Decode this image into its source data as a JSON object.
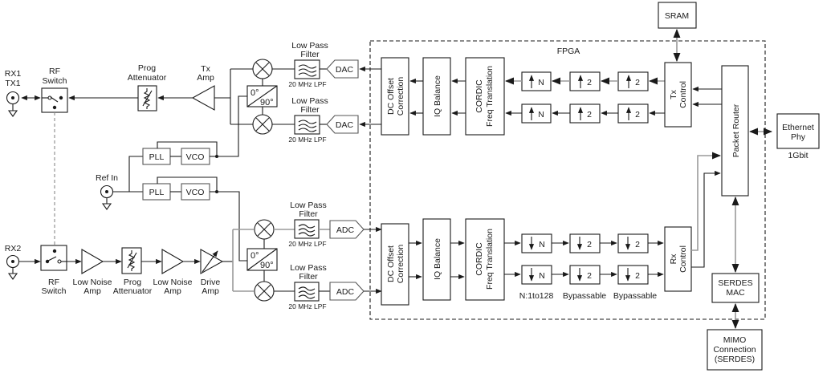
{
  "title": "Radio block diagram (RF front-end, FPGA DSP chain, host interfaces)",
  "ports": {
    "rx1tx1": [
      "RX1",
      "TX1"
    ],
    "rx2": "RX2",
    "ref_in": "Ref In"
  },
  "tx_chain": {
    "rf_switch": [
      "RF",
      "Switch"
    ],
    "attenuator": [
      "Prog",
      "Attenuator"
    ],
    "amp": [
      "Tx",
      "Amp"
    ],
    "lpf_title": [
      "Low Pass",
      "Filter"
    ],
    "lpf_caption": "20 MHz LPF",
    "dac": "DAC",
    "phase_0": "0°",
    "phase_90": "90°"
  },
  "rx_chain": {
    "rf_switch": [
      "RF",
      "Switch"
    ],
    "lna1": [
      "Low Noise",
      "Amp"
    ],
    "attenuator": [
      "Prog",
      "Attenuator"
    ],
    "lna2": [
      "Low Noise",
      "Amp"
    ],
    "drive_amp": [
      "Drive",
      "Amp"
    ],
    "lpf_title": [
      "Low Pass",
      "Filter"
    ],
    "lpf_caption": "20 MHz LPF",
    "adc": "ADC",
    "phase_0": "0°",
    "phase_90": "90°"
  },
  "synth": {
    "pll": "PLL",
    "vco": "VCO"
  },
  "fpga": {
    "label": "FPGA",
    "dc_offset": [
      "DC Offset",
      "Correction"
    ],
    "iq_balance": "IQ Balance",
    "cordic": [
      "CORDIC",
      "Freq Translation"
    ],
    "interp_n": "N",
    "interp_2": "2",
    "decim_n": "N",
    "decim_2": "2",
    "tx_control": [
      "Tx",
      "Control"
    ],
    "rx_control": [
      "Rx",
      "Control"
    ],
    "packet_router": "Packet Router",
    "serdes_mac": [
      "SERDES",
      "MAC"
    ],
    "decim_notes": [
      "N:1to128",
      "Bypassable",
      "Bypassable"
    ]
  },
  "external": {
    "sram": "SRAM",
    "ethernet": [
      "Ethernet",
      "Phy"
    ],
    "ethernet_speed": "1Gbit",
    "mimo": [
      "MIMO",
      "Connection",
      "(SERDES)"
    ]
  }
}
